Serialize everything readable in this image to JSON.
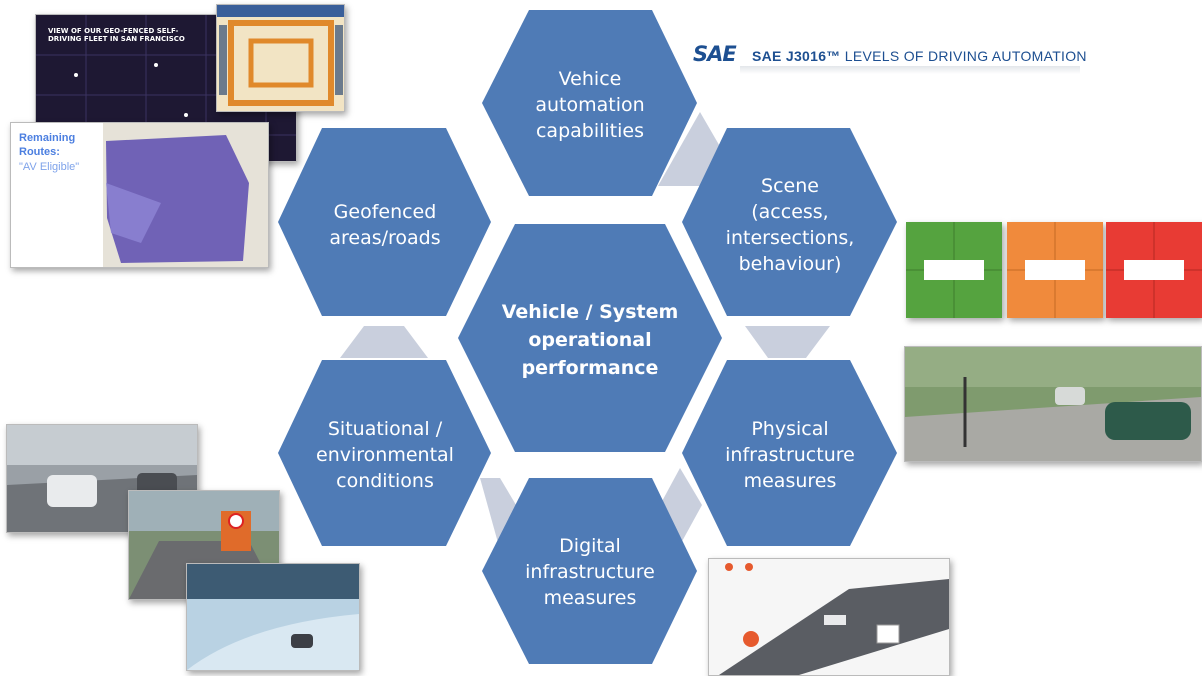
{
  "hexagons": {
    "top": "Vehice\nautomation\ncapabilities",
    "top_right": "Scene\n(access,\nintersections,\nbehaviour)",
    "bottom_right": "Physical\ninfrastructure\nmeasures",
    "bottom": "Digital\ninfrastructure\nmeasures",
    "bottom_left": "Situational /\nenvironmental\nconditions",
    "top_left": "Geofenced\nareas/roads",
    "center": "Vehicle / System\noperational\nperformance"
  },
  "sae": {
    "logo": "SAE",
    "title_bold": "SAE J3016™",
    "title_rest": " LEVELS OF DRIVING AUTOMATION"
  },
  "map_images": {
    "fleet_caption": "VIEW OF OUR GEO-FENCED SELF-DRIVING FLEET IN SAN FRANCISCO",
    "routes_label": "Remaining Routes:",
    "routes_value": "\"AV Eligible\""
  },
  "colors": {
    "hexagon_fill": "#4f7bb6",
    "connector_fill": "#c9cfdd",
    "sae_blue": "#1d4f91",
    "green_card": "#55a33f",
    "orange_card": "#f08a3c",
    "red_card": "#e83b34"
  }
}
